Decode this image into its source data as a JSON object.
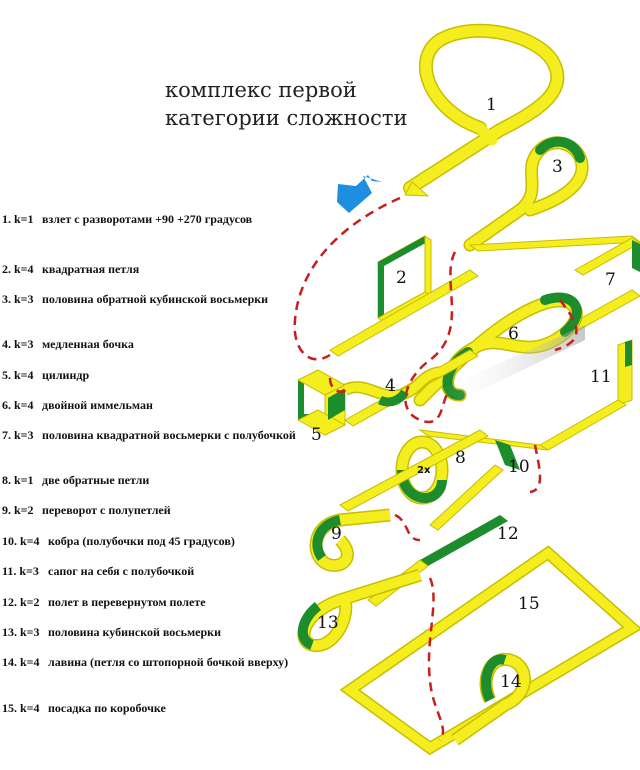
{
  "title": {
    "line1": "комплекс первой",
    "line2": "категории сложности"
  },
  "legend": [
    {
      "num": "1. k=1",
      "text": "взлет с разворотами +90 +270 градусов"
    },
    {
      "num": "2. k=4",
      "text": "квадратная петля"
    },
    {
      "num": "3. k=3",
      "text": "половина обратной кубинской восьмерки"
    },
    {
      "num": "4. k=3",
      "text": "медленная бочка"
    },
    {
      "num": "5. k=4",
      "text": "цилиндр"
    },
    {
      "num": "6. k=4",
      "text": "двойной иммельман"
    },
    {
      "num": "7. k=3",
      "text": "половина квадратной восьмерки с полубочкой"
    },
    {
      "num": "8. k=1",
      "text": "две обратные петли"
    },
    {
      "num": "9. k=2",
      "text": "переворот с полупетлей"
    },
    {
      "num": "10. k=4",
      "text": "кобра (полубочки под 45 градусов)"
    },
    {
      "num": "11. k=3",
      "text": "сапог на себя с полубочкой"
    },
    {
      "num": "12. k=2",
      "text": "полет в  перевернутом полете"
    },
    {
      "num": "13. k=3",
      "text": "половина кубинской восьмерки"
    },
    {
      "num": "14. k=4",
      "text": "лавина (петля со штопорной бочкой вверху)"
    },
    {
      "num": "15. k=4",
      "text": "посадка по коробочке"
    }
  ],
  "figure_labels": {
    "f1": "1",
    "f2": "2",
    "f3": "3",
    "f4": "4",
    "f5": "5",
    "f6": "6",
    "f7": "7",
    "f8": "8",
    "f9": "9",
    "f10": "10",
    "f11": "11",
    "f12": "12",
    "f13": "13",
    "f14": "14",
    "f15": "15",
    "loops_mark": "2х"
  },
  "colors": {
    "ribbon": "#f5ee1e",
    "ribbon_edge": "#c8bd00",
    "green": "#1c8c2c",
    "path": "#c81e1e",
    "arrow": "#1e8fe0"
  },
  "icons": {
    "direction_arrow": "arrow-down-left-icon"
  }
}
